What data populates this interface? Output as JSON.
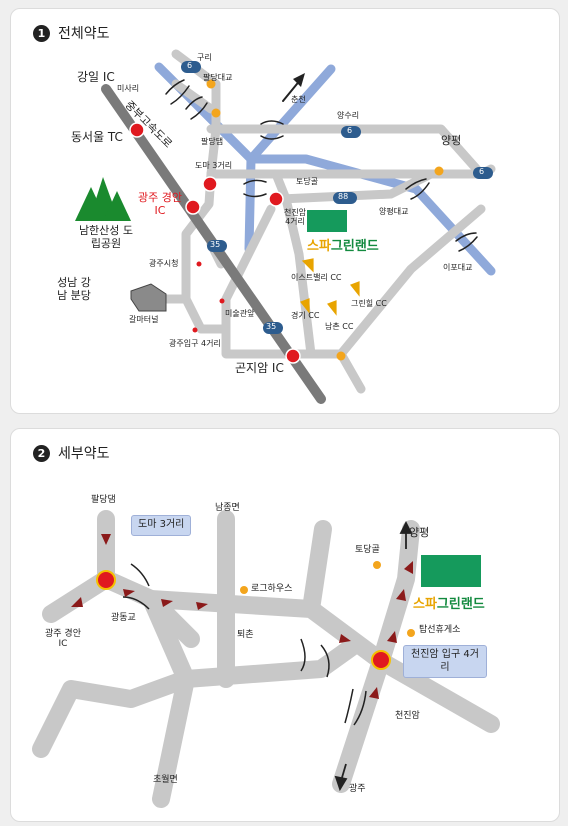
{
  "panel1": {
    "number": "1",
    "title": "전체약도",
    "labels": {
      "gangil_ic": "강일 IC",
      "misari": "미사리",
      "guri": "구리",
      "paldang_bridge": "팔당대교",
      "dongseoul_tc": "동서울 TC",
      "jungbu_highway": "중부고속도로",
      "paldang_dam": "팔당댐",
      "chuncheon": "춘천",
      "yangsuri": "양수리",
      "yangpyeong": "양평",
      "doma_3": "도마 3거리",
      "todanggol": "토당골",
      "gwangju_ic": "광주 경안 IC",
      "cheonjinam_4": "천진암 4거리",
      "yangpyeong_bridge": "양평대교",
      "ipo_bridge": "이포대교",
      "namhansanseong": "남한산성 도립공원",
      "gwangju_cityhall": "광주시청",
      "east_valley_cc": "이스트밸리 CC",
      "geurinhil_cc": "그린힐 CC",
      "gyeonggi_cc": "경기 CC",
      "namchon_cc": "남촌 CC",
      "seongnam_gangnam_bundang": "성남 강남 분당",
      "galmaeteoneol": "갈마터널",
      "art_museum": "미술관앞",
      "gwangju_entrance_4": "광주입구 4거리",
      "gonjiam_ic": "곤지암 IC",
      "route_6": "6",
      "route_88": "88",
      "route_35": "35"
    },
    "brand": {
      "part1": "스파",
      "part2": "그린랜드"
    },
    "colors": {
      "road": "#c8c8c8",
      "highway": "#7a7a7a",
      "river": "#8fa9da",
      "ic": "#e0191f",
      "point": "#f3a51d",
      "park": "#1a8a2e",
      "resort": "#138a3f"
    }
  },
  "panel2": {
    "number": "2",
    "title": "세부약도",
    "labels": {
      "paldang_dam": "팔당댐",
      "doma_3": "도마 3거리",
      "namjong": "남종면",
      "yangpyeong": "양평",
      "todanggol": "토당골",
      "log_house": "로그하우스",
      "gwangdonggyo": "광동교",
      "toechon": "퇴촌",
      "tapseon_rest": "탑선휴게소",
      "gwangju_gyeongan_ic": "광주 경안 IC",
      "cheonjinam_entrance": "천진암 입구 4거리",
      "cheonjinam": "천진암",
      "chowol": "초월면",
      "gwangju": "광주"
    },
    "brand": {
      "part1": "스파",
      "part2": "그린랜드"
    },
    "colors": {
      "road": "#c8c8c8",
      "arrow": "#8b1a1a",
      "callout": "#c8d6f0",
      "resort": "#138a3f",
      "point": "#f3a51d"
    }
  }
}
